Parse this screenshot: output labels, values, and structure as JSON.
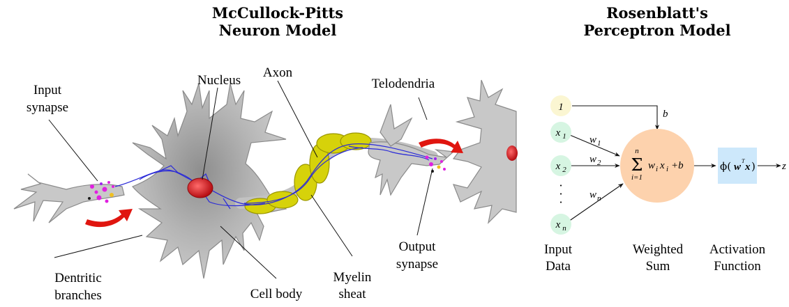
{
  "left_title": [
    "McCullock-Pitts",
    "Neuron Model"
  ],
  "right_title": [
    "Rosenblatt's",
    "Perceptron Model"
  ],
  "neuron_labels": {
    "input_synapse": [
      "Input",
      "synapse"
    ],
    "nucleus": "Nucleus",
    "axon": "Axon",
    "telodendria": "Telodendria",
    "dendritic_branches": [
      "Dentritic",
      "branches"
    ],
    "cell_body": "Cell body",
    "myelin_sheath": [
      "Myelin",
      "sheat"
    ],
    "output_synapse": [
      "Output",
      "synapse"
    ]
  },
  "perceptron": {
    "inputs": [
      {
        "var": "1",
        "sub": ""
      },
      {
        "var": "x",
        "sub": "1"
      },
      {
        "var": "x",
        "sub": "2"
      },
      {
        "var": "x",
        "sub": "n"
      }
    ],
    "ellipsis": "·",
    "bias": "b",
    "weights": [
      {
        "var": "w",
        "sub": "1"
      },
      {
        "var": "w",
        "sub": "2"
      },
      {
        "var": "w",
        "sub": "n"
      }
    ],
    "sum": {
      "sigma": "Σ",
      "upper": "n",
      "lower": "i=1",
      "term": "w",
      "term_sub": "i",
      "x": "x",
      "x_sub": "i",
      "plus": "+b"
    },
    "activation": {
      "phi": "ϕ(",
      "w": "w",
      "T": "T",
      "x": "x",
      "close": ")"
    },
    "output": "z",
    "captions": {
      "input": [
        "Input",
        "Data"
      ],
      "sum": [
        "Weighted",
        "Sum"
      ],
      "activation": [
        "Activation",
        "Function"
      ]
    }
  },
  "colors": {
    "cell": "#c8c8c8",
    "cell_stroke": "#8a8a8a",
    "myelin": "#d6d20a",
    "nucleus": "#d9141a",
    "nerve": "#2a2ad8",
    "arrow": "#e0150f",
    "bias_node": "#fbf6d2",
    "input_node": "#d6f5e2",
    "sum_node": "#fdd2ad",
    "activation_box": "#cde8fb"
  }
}
